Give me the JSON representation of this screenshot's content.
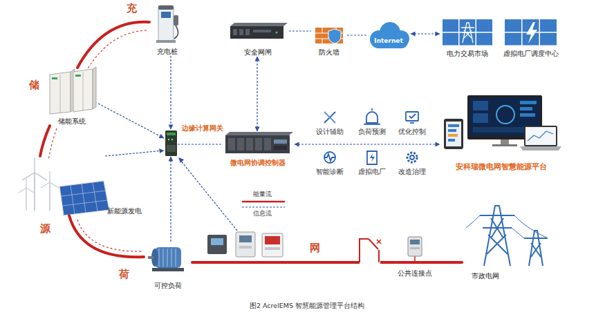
{
  "diagram": {
    "caption": "图2 AcrelEMS 智慧能源管理平台结构",
    "nodes": [
      {
        "text": [
          "充电桩"
        ]
      },
      {
        "text": [
          "储能系统"
        ]
      },
      {
        "text": [
          "新能源发电"
        ]
      },
      {
        "text": [
          "可控负荷"
        ]
      },
      {
        "text": [
          "边缘计算网关"
        ]
      },
      {
        "text": [
          "微电网协调控制器"
        ]
      },
      {
        "text": [
          "安全网闸"
        ]
      },
      {
        "text": [
          "防火墙"
        ]
      },
      {
        "text": [
          "Internet"
        ]
      },
      {
        "text": [
          "电力交易市场"
        ]
      },
      {
        "text": [
          "虚拟电厂调度中心"
        ]
      },
      {
        "text": [
          "安科瑞微电网智慧能源平台"
        ]
      },
      {
        "text": [
          "公共连接点"
        ]
      },
      {
        "text": [
          "市政电网"
        ]
      }
    ],
    "edges": [
      {
        "from": 0,
        "to": 1,
        "arrow": "none"
      },
      {
        "from": 1,
        "to": 2,
        "arrow": "none"
      },
      {
        "from": 2,
        "to": 3,
        "arrow": "none"
      },
      {
        "from": 3,
        "to": 12,
        "arrow": "none"
      },
      {
        "from": 12,
        "to": 13,
        "arrow": "none"
      },
      {
        "from": 0,
        "to": 4,
        "arrow": "to"
      },
      {
        "from": 1,
        "to": 4,
        "arrow": "to"
      },
      {
        "from": 2,
        "to": 4,
        "arrow": "to"
      },
      {
        "from": 3,
        "to": 4,
        "arrow": "to"
      },
      {
        "from": 4,
        "to": 5,
        "arrow": "none"
      },
      {
        "from": 6,
        "to": 5,
        "arrow": "both"
      },
      {
        "from": 5,
        "to": 11,
        "arrow": "both"
      },
      {
        "from": 6,
        "to": 7,
        "arrow": "none"
      },
      {
        "from": 7,
        "to": 8,
        "arrow": "none"
      },
      {
        "from": 8,
        "to": 9,
        "arrow": "both"
      }
    ],
    "labels": [
      "充",
      "储",
      "源",
      "荷",
      "网",
      "设计辅助",
      "负荷预测",
      "优化控制",
      "智能诊断",
      "虚拟电厂",
      "改造治理"
    ],
    "legend": [
      {
        "text": "能量流"
      },
      {
        "text": "信息流"
      }
    ]
  }
}
